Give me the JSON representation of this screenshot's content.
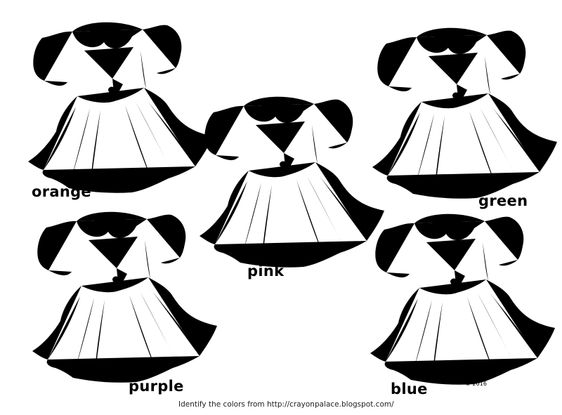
{
  "page": {
    "type": "coloring-worksheet",
    "subject": "dresses"
  },
  "dresses": [
    {
      "label": "orange",
      "position": "top-left"
    },
    {
      "label": "green",
      "position": "top-right"
    },
    {
      "label": "pink",
      "position": "center"
    },
    {
      "label": "purple",
      "position": "bottom-left"
    },
    {
      "label": "blue",
      "position": "bottom-right"
    }
  ],
  "copyright": "© 2016",
  "footer": "Identify the colors from http://crayonpalace.blogspot.com/"
}
